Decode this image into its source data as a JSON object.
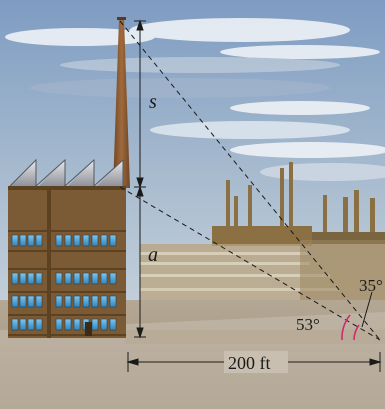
{
  "figure": {
    "labels": {
      "smokestack_height": "s",
      "building_height": "a",
      "distance": "200 ft",
      "angle_large": "53°",
      "angle_small": "35°"
    },
    "angles_deg": [
      53,
      35
    ],
    "colors": {
      "sky_top": "#7e9cc2",
      "sky_bottom": "#c6d3df",
      "ground": "#a89a86",
      "building": "#7a5a35",
      "window": "#4aa5d8",
      "smokestack": "#8a5a34",
      "angle_arc": "#d22a6a"
    },
    "icons": [
      "factory-building-icon",
      "smokestack-icon",
      "distant-factory-icon"
    ]
  }
}
